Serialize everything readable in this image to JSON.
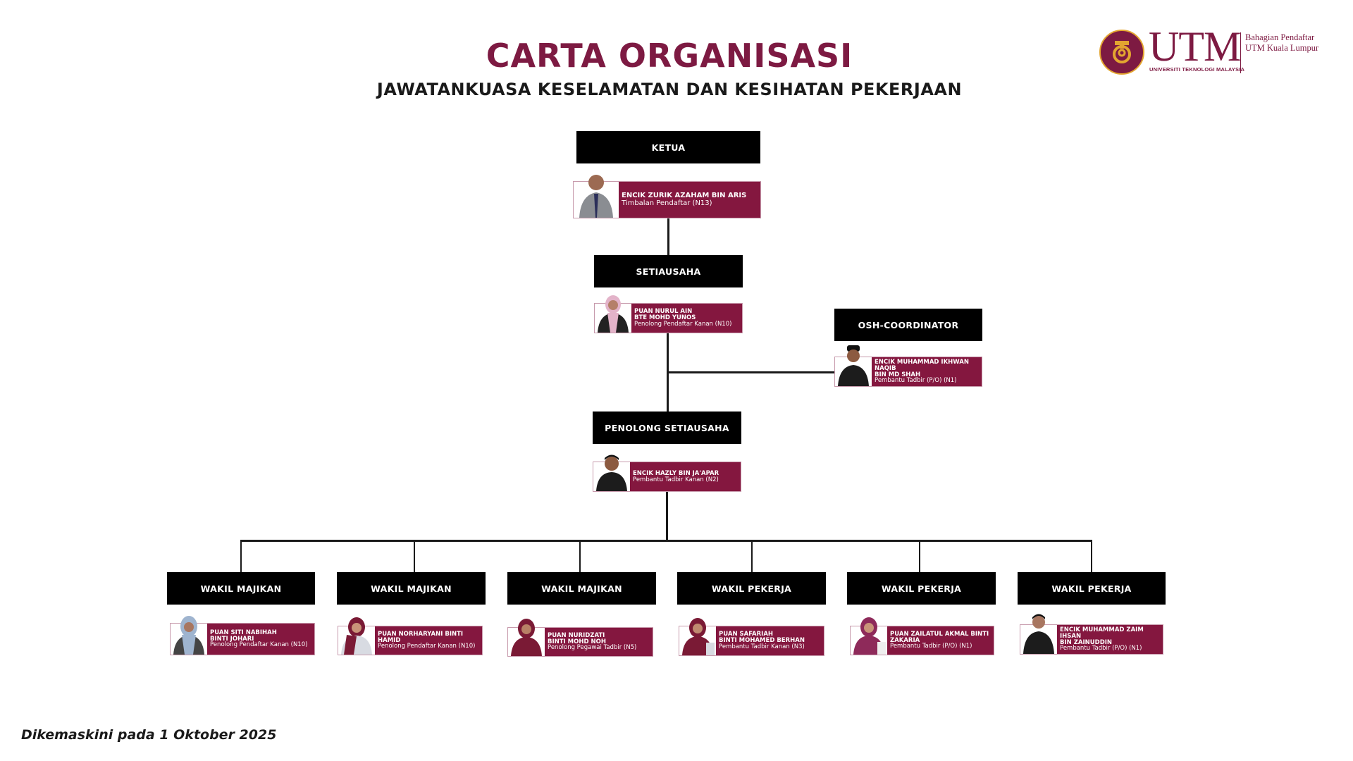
{
  "header": {
    "title": "CARTA ORGANISASI",
    "subtitle": "JAWATANKUASA KESELAMATAN DAN KESIHATAN PEKERJAAN"
  },
  "logo": {
    "wordmark": "UTM",
    "tagline": "UNIVERSITI TEKNOLOGI MALAYSIA",
    "department_line1": "Bahagian Pendaftar",
    "department_line2": "UTM Kuala Lumpur",
    "icon": "utm-seal-icon"
  },
  "colors": {
    "brand": "#7d1a42",
    "card": "#84173f",
    "role_box": "#000000",
    "gold": "#e3a530"
  },
  "chart": {
    "ketua": {
      "role": "KETUA",
      "name": "ENCIK ZURIK AZAHAM BIN ARIS",
      "position": "Timbalan Pendaftar (N13)"
    },
    "setiausaha": {
      "role": "SETIAUSAHA",
      "name": "PUAN NURUL AIN\nBTE MOHD YUNOS",
      "position": "Penolong Pendaftar Kanan (N10)"
    },
    "osh": {
      "role": "OSH-COORDINATOR",
      "name": "ENCIK MUHAMMAD IKHWAN NAQIB\nBIN MD SHAH",
      "position": "Pembantu Tadbir (P/O) (N1)"
    },
    "penolong": {
      "role": "PENOLONG SETIAUSAHA",
      "name": "ENCIK HAZLY BIN JA'APAR",
      "position": "Pembantu Tadbir Kanan (N2)"
    },
    "members": [
      {
        "role": "WAKIL MAJIKAN",
        "name": "PUAN SITI NABIHAH\nBINTI JOHARI",
        "position": "Penolong Pendaftar Kanan (N10)"
      },
      {
        "role": "WAKIL MAJIKAN",
        "name": "PUAN NORHARYANI BINTI HAMID",
        "position": "Penolong Pendaftar Kanan (N10)"
      },
      {
        "role": "WAKIL MAJIKAN",
        "name": "PUAN NURIDZATI\nBINTI MOHD NOH",
        "position": "Penolong Pegawai Tadbir (N5)"
      },
      {
        "role": "WAKIL PEKERJA",
        "name": "PUAN SAFARIAH\nBINTI MOHAMED BERHAN",
        "position": "Pembantu Tadbir Kanan (N3)"
      },
      {
        "role": "WAKIL PEKERJA",
        "name": "PUAN ZAILATUL AKMAL BINTI\nZAKARIA",
        "position": "Pembantu Tadbir (P/O) (N1)"
      },
      {
        "role": "WAKIL PEKERJA",
        "name": "ENCIK MUHAMMAD ZAIM IHSAN\nBIN ZAINUDDIN",
        "position": "Pembantu Tadbir (P/O) (N1)"
      }
    ]
  },
  "footer": {
    "updated": "Dikemaskini pada 1 Oktober 2025"
  }
}
